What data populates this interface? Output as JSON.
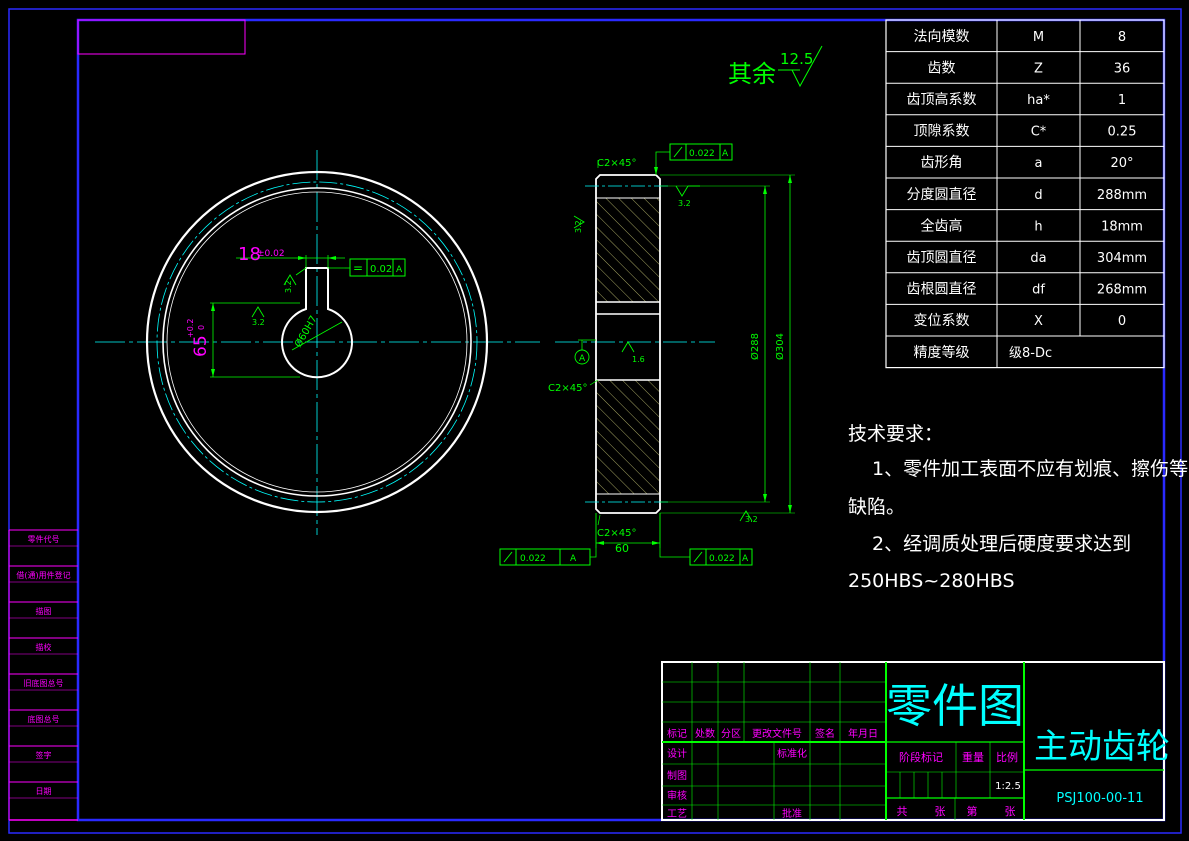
{
  "colors": {
    "frame": "#2a2aff",
    "white": "#ffffff",
    "green": "#00ff00",
    "cyan": "#00ffff",
    "magenta": "#ff00ff",
    "yellow": "#ffff00",
    "olive": "#b3b36b"
  },
  "roughness_note": {
    "label": "其余",
    "value": "12.5"
  },
  "params": [
    {
      "name": "法向模数",
      "sym": "M",
      "val": "8"
    },
    {
      "name": "齿数",
      "sym": "Z",
      "val": "36"
    },
    {
      "name": "齿顶高系数",
      "sym": "ha*",
      "val": "1"
    },
    {
      "name": "顶隙系数",
      "sym": "C*",
      "val": "0.25"
    },
    {
      "name": "齿形角",
      "sym": "a",
      "val": "20°"
    },
    {
      "name": "分度圆直径",
      "sym": "d",
      "val": "288mm"
    },
    {
      "name": "全齿高",
      "sym": "h",
      "val": "18mm"
    },
    {
      "name": "齿顶圆直径",
      "sym": "da",
      "val": "304mm"
    },
    {
      "name": "齿根圆直径",
      "sym": "df",
      "val": "268mm"
    },
    {
      "name": "变位系数",
      "sym": "X",
      "val": "0"
    },
    {
      "name": "精度等级",
      "sym": "级8-Dc",
      "val": ""
    }
  ],
  "tech": {
    "title": "技术要求：",
    "line1": "1、零件加工表面不应有划痕、擦伤等",
    "line1b": "缺陷。",
    "line2": "2、经调质处理后硬度要求达到",
    "line2b": "250HBS~280HBS"
  },
  "front": {
    "keyway_width": "18",
    "keyway_tol": "±0.02",
    "keyway_depth": "65",
    "depth_tol_upper": "+0.2",
    "depth_tol_lower": "0",
    "bore": "Ø60H7",
    "sym_tol": "0.02",
    "sym_sym": "=",
    "datum": "A",
    "r1": "3.2",
    "r2": "3.2"
  },
  "side": {
    "chamfer_top": "C2×45°",
    "chamfer_mid": "C2×45°",
    "chamfer_bot": "C2×45°",
    "width": "60",
    "d_pitch": "Ø288",
    "d_tip": "Ø304",
    "runout_top": "0.022",
    "runout_left": "0.022",
    "runout_right": "0.022",
    "datum": "A",
    "r_top": "3.2",
    "r_left": "3.2",
    "r_bore": "1.6",
    "r_bot": "3.2"
  },
  "left_strip": [
    "零件代号",
    "借(通)用件登记",
    "描图",
    "描校",
    "旧底图总号",
    "底图总号",
    "签字",
    "日期"
  ],
  "title_block": {
    "drawing_type": "零件图",
    "part_name": "主动齿轮",
    "part_no": "PSJ100-00-11",
    "col_headers": [
      "标记",
      "处数",
      "分区",
      "更改文件号",
      "签名",
      "年月日"
    ],
    "roles": [
      "设计",
      "制图",
      "审核",
      "工艺"
    ],
    "standardize": "标准化",
    "approve": "批准",
    "stage": "阶段标记",
    "weight": "重量",
    "scale_label": "比例",
    "scale": "1:2.5",
    "total": "共",
    "sheets": "张",
    "sheet_no": "第",
    "sheets2": "张"
  }
}
